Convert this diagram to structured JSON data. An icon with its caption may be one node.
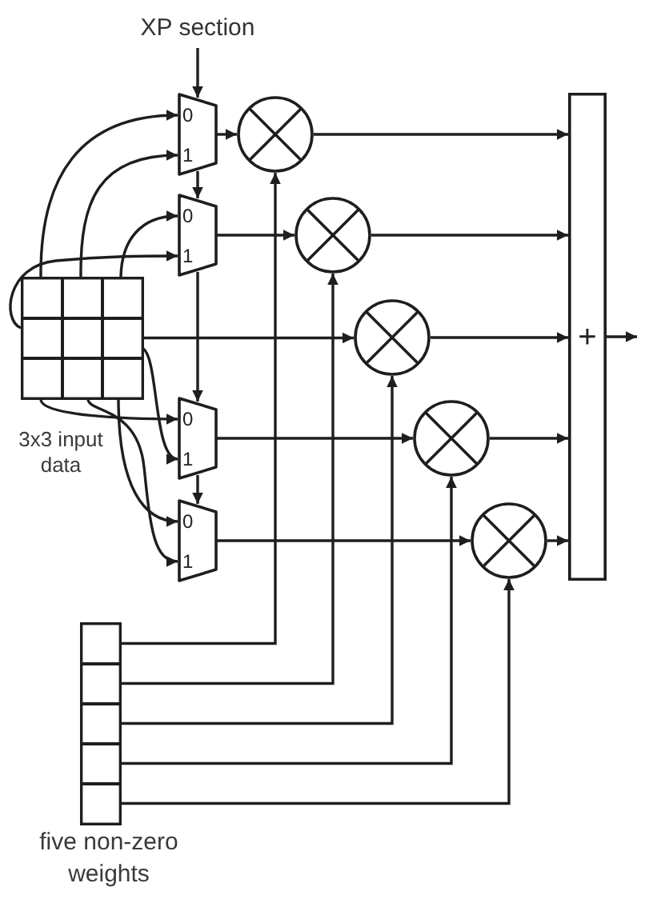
{
  "diagram": {
    "nodes": [
      {
        "text": [
          "XP section"
        ]
      },
      {
        "text": [
          "0",
          "1"
        ]
      },
      {
        "text": [],
        "shape": "circle"
      },
      {
        "text": [
          "+"
        ]
      },
      {
        "text": [
          "0",
          "1"
        ]
      },
      {
        "text": [],
        "shape": "circle"
      },
      {
        "text": [],
        "shape": "box",
        "beside": [
          "3x3 input data"
        ]
      },
      {
        "text": [],
        "shape": "box",
        "in": 6
      },
      {
        "text": [],
        "shape": "box",
        "in": 6
      },
      {
        "text": [],
        "shape": "box",
        "in": 6
      },
      {
        "text": [],
        "shape": "box",
        "in": 6
      },
      {
        "text": [],
        "shape": "box",
        "in": 6
      },
      {
        "text": [],
        "shape": "box",
        "in": 6
      },
      {
        "text": [],
        "shape": "box",
        "in": 6
      },
      {
        "text": [],
        "shape": "box",
        "in": 6
      },
      {
        "text": [],
        "shape": "box",
        "in": 6
      },
      {
        "text": [],
        "shape": "circle"
      },
      {
        "text": [
          "0",
          "1"
        ]
      },
      {
        "text": [],
        "shape": "circle"
      },
      {
        "text": [
          "0",
          "1"
        ]
      },
      {
        "text": [],
        "shape": "circle"
      },
      {
        "text": [],
        "shape": "box",
        "beside": [
          "five non-zero weights"
        ]
      },
      {
        "text": [],
        "shape": "box",
        "in": 21
      },
      {
        "text": [],
        "shape": "box",
        "in": 21
      },
      {
        "text": [],
        "shape": "box",
        "in": 21
      },
      {
        "text": [],
        "shape": "box",
        "in": 21
      },
      {
        "text": [],
        "shape": "box",
        "in": 21
      }
    ],
    "edges": [
      {
        "from": 0,
        "to": 1,
        "arrow": "to"
      },
      {
        "from": 1,
        "to": 4,
        "arrow": "to"
      },
      {
        "from": 4,
        "to": 17,
        "arrow": "to"
      },
      {
        "from": 17,
        "to": 19,
        "arrow": "to"
      },
      {
        "from": 1,
        "to": 2,
        "arrow": "to"
      },
      {
        "from": 4,
        "to": 5,
        "arrow": "to"
      },
      {
        "from": 17,
        "to": 18,
        "arrow": "to"
      },
      {
        "from": 19,
        "to": 20,
        "arrow": "to"
      },
      {
        "from": 7,
        "to": 1,
        "arrow": "to"
      },
      {
        "from": 8,
        "to": 1,
        "arrow": "to"
      },
      {
        "from": 9,
        "to": 4,
        "arrow": "to"
      },
      {
        "from": 10,
        "to": 4,
        "arrow": "to"
      },
      {
        "from": 6,
        "to": 16,
        "arrow": "to"
      },
      {
        "from": 13,
        "to": 17,
        "arrow": "to"
      },
      {
        "from": 12,
        "to": 17,
        "arrow": "to"
      },
      {
        "from": 15,
        "to": 19,
        "arrow": "to"
      },
      {
        "from": 14,
        "to": 19,
        "arrow": "to"
      },
      {
        "from": 2,
        "to": 3,
        "arrow": "to"
      },
      {
        "from": 5,
        "to": 3,
        "arrow": "to"
      },
      {
        "from": 16,
        "to": 3,
        "arrow": "to"
      },
      {
        "from": 18,
        "to": 3,
        "arrow": "to"
      },
      {
        "from": 20,
        "to": 3,
        "arrow": "to"
      },
      {
        "from": 22,
        "to": 2,
        "arrow": "to"
      },
      {
        "from": 23,
        "to": 5,
        "arrow": "to"
      },
      {
        "from": 24,
        "to": 16,
        "arrow": "to"
      },
      {
        "from": 25,
        "to": 18,
        "arrow": "to"
      },
      {
        "from": 26,
        "to": 20,
        "arrow": "to"
      },
      {
        "from": 3,
        "to": null,
        "arrow": "to"
      }
    ]
  }
}
